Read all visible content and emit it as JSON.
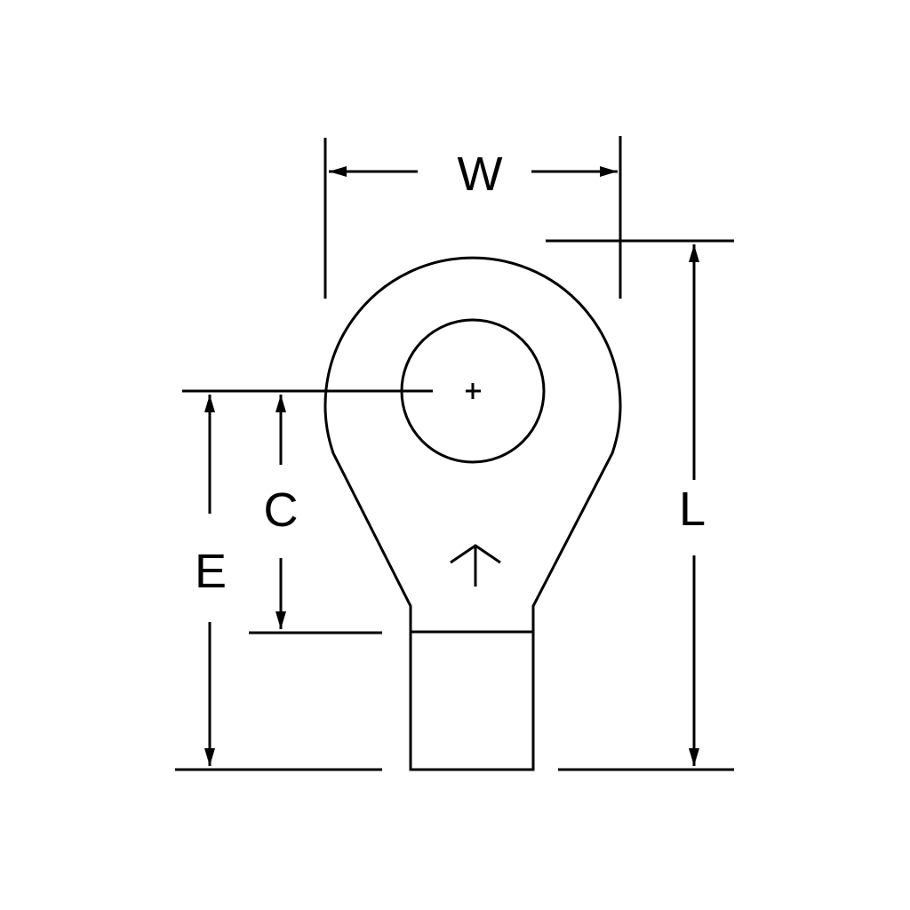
{
  "labels": {
    "width": "W",
    "length": "L",
    "center_to_barrel": "C",
    "center_to_end": "E"
  },
  "colors": {
    "line": "#000000",
    "background": "#ffffff"
  }
}
